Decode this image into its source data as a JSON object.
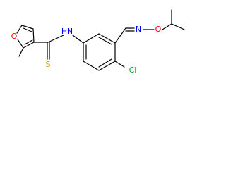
{
  "colors": {
    "bond": "#000000",
    "carbon": "#000000",
    "oxygen": "#ff0000",
    "nitrogen": "#0000ff",
    "sulfur": "#c8a000",
    "chlorine": "#00b000"
  },
  "atoms": {
    "furan_oxygen": "O",
    "amide_nitrogen": "N",
    "amide_hydrogen": "H",
    "thione_sulfur": "S",
    "chlorine": "Cl",
    "oxime_nitrogen": "N",
    "oxime_oxygen": "O"
  }
}
